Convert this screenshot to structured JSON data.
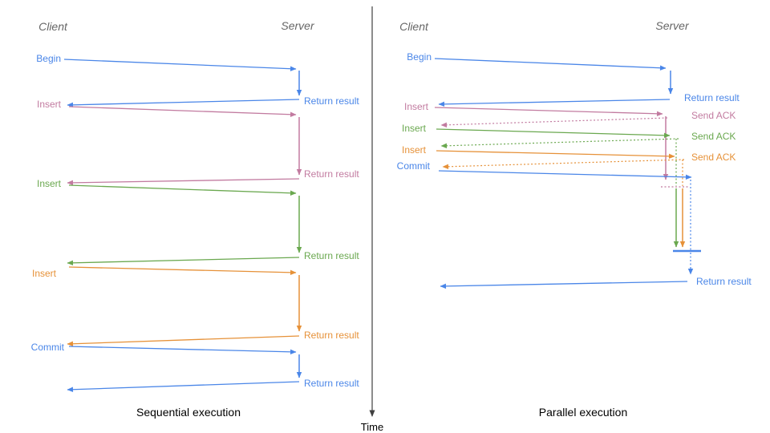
{
  "colors": {
    "blue": "#4a86e8",
    "pink": "#c27ba0",
    "green": "#6aa84f",
    "orange": "#e69138",
    "axis": "#3f3f3f",
    "heading": "#666666",
    "title_text": "#000000"
  },
  "time_axis": {
    "label": "Time"
  },
  "panels": [
    {
      "title": "Sequential execution",
      "client": "Client",
      "server": "Server",
      "messages": [
        {
          "label": "Begin",
          "color": "blue",
          "response": "Return result"
        },
        {
          "label": "Insert",
          "color": "pink",
          "response": "Return result"
        },
        {
          "label": "Insert",
          "color": "green",
          "response": "Return result"
        },
        {
          "label": "Insert",
          "color": "orange",
          "response": "Return result"
        },
        {
          "label": "Commit",
          "color": "blue",
          "response": "Return result"
        }
      ]
    },
    {
      "title": "Parallel execution",
      "client": "Client",
      "server": "Server",
      "messages": [
        {
          "label": "Begin",
          "color": "blue",
          "response": "Return result"
        },
        {
          "label": "Insert",
          "color": "pink",
          "response": "Send ACK"
        },
        {
          "label": "Insert",
          "color": "green",
          "response": "Send ACK"
        },
        {
          "label": "Insert",
          "color": "orange",
          "response": "Send ACK"
        },
        {
          "label": "Commit",
          "color": "blue",
          "response": "Return result"
        }
      ]
    }
  ]
}
